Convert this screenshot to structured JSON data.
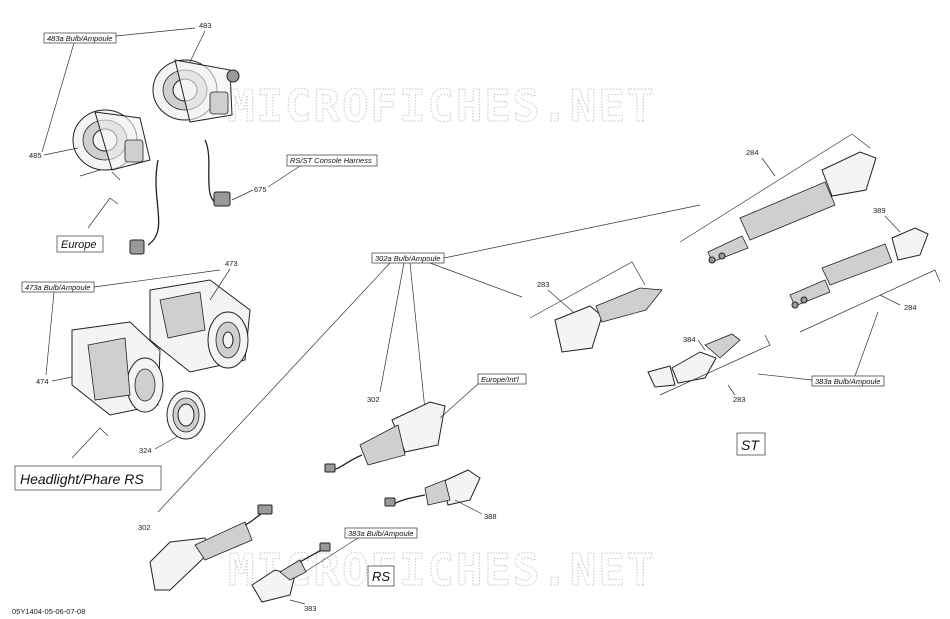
{
  "watermark": {
    "text": "MICROFICHES.NET"
  },
  "document_code": "05Y1404-05-06-07-08",
  "section_labels": {
    "europe": "Europe",
    "headlight": "Headlight/Phare RS",
    "st": "ST",
    "rs": "RS"
  },
  "callout_boxes": {
    "b483a": "483a Bulb/Ampoule",
    "b473a": "473a Bulb/Ampoule",
    "rs_st_harness": "RS/ST Console Harness",
    "b302a": "302a Bulb/Ampoule",
    "europe_intl": "Europe/Int'l",
    "b383a_st": "383a Bulb/Ampoule",
    "b383a_rs": "383a Bulb/Ampoule"
  },
  "part_numbers": {
    "p483": "483",
    "p485": "485",
    "p675": "675",
    "p473": "473",
    "p474": "474",
    "p324": "324",
    "p302_upper": "302",
    "p302_lower": "302",
    "p283_upper": "283",
    "p283_lower": "283",
    "p284_upper": "284",
    "p284_lower": "284",
    "p389": "389",
    "p384": "384",
    "p388": "388",
    "p383": "383"
  }
}
